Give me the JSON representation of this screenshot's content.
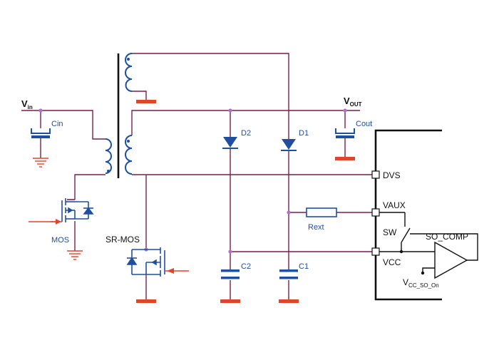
{
  "labels": {
    "vin_main": "V",
    "vin_sub": "in",
    "vout_main": "V",
    "vout_sub": "OUT",
    "cin": "Cin",
    "cout": "Cout",
    "d1": "D1",
    "d2": "D2",
    "mos": "MOS",
    "sr_mos": "SR-MOS",
    "c1": "C1",
    "c2": "C2",
    "rext": "Rext",
    "dvs": "DVS",
    "vaux": "VAUX",
    "sw": "SW",
    "vcc": "VCC",
    "so_comp": "SO_COMP",
    "vcc_so_main": "V",
    "vcc_so_sub": "CC_SO_On"
  },
  "colors": {
    "wire": "#7a1f4a",
    "component": "#1f4fa0",
    "ground": "#e0452b",
    "node": "#b070d0",
    "chip": "#111111"
  }
}
